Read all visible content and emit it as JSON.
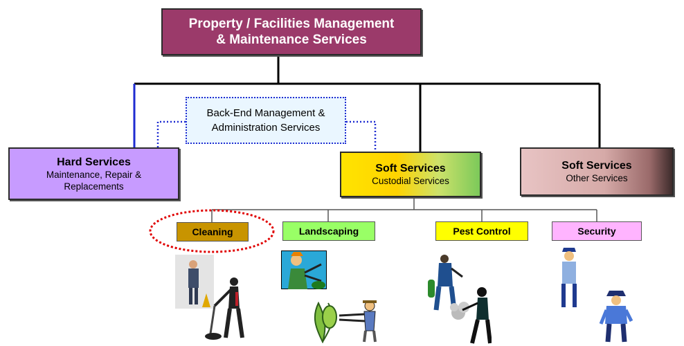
{
  "top": {
    "line1": "Property / Facilities Management",
    "line2": "& Maintenance Services"
  },
  "backend": {
    "line1": "Back-End Management &",
    "line2": "Administration Services"
  },
  "hard": {
    "title": "Hard Services",
    "sub1": "Maintenance, Repair &",
    "sub2": "Replacements"
  },
  "soft": {
    "title": "Soft Services",
    "sub": "Custodial Services"
  },
  "other": {
    "title": "Soft Services",
    "sub": "Other Services"
  },
  "services": {
    "cleaning": "Cleaning",
    "landscaping": "Landscaping",
    "pest_control": "Pest Control",
    "security": "Security"
  },
  "colors": {
    "top": "#9b3a6a",
    "hard": "#c79bff",
    "cleaning": "#c89400",
    "landscaping": "#99ff66",
    "pest_control": "#ffff00",
    "security": "#ffb4ff",
    "highlight": "#e00000"
  },
  "illustrations": [
    "cleaner-clipart",
    "vacuum-clipart",
    "gardener-clipart",
    "hedge-trimmer-clipart",
    "exterminator-clipart",
    "sprayer-clipart",
    "police-officer-clipart",
    "policeman-clipart"
  ]
}
